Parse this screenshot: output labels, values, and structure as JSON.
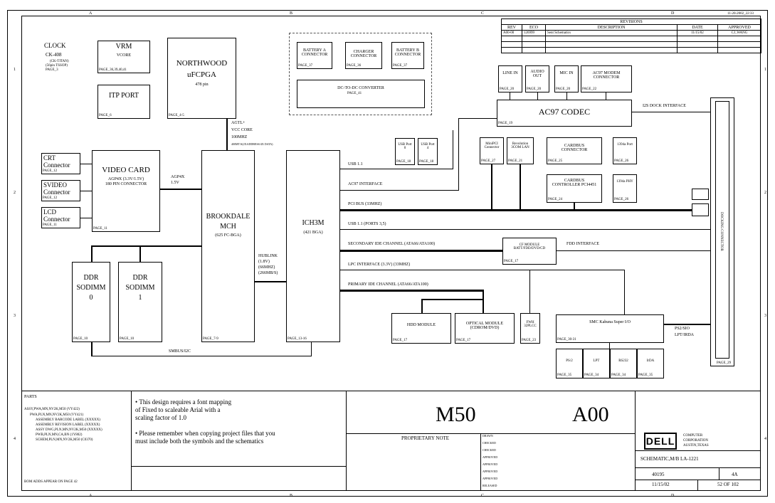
{
  "header": {
    "date_time": "11-20-2002_22:33",
    "col_a": "A",
    "col_b": "B",
    "col_c": "C",
    "col_d": "D",
    "row_1": "1",
    "row_2": "2",
    "row_3": "3",
    "row_4": "4"
  },
  "revisions": {
    "title": "REVISIONS",
    "headers": [
      "REV",
      "ECO",
      "DESCRIPTION",
      "DATE",
      "APPROVED"
    ],
    "row": [
      "A00-00",
      "126999",
      "Sent Schematics",
      "11/15/02",
      "CJ_WANG"
    ]
  },
  "blocks": {
    "clock": {
      "title": "CLOCK",
      "sub1": "CK-408",
      "sub2": "(CK-TITAN)",
      "sub3": "(56pin TSSOP)",
      "page": "PAGE_3"
    },
    "vrm": {
      "title": "VRM",
      "sub": "VCORE",
      "page": "PAGE_36,39,40,41"
    },
    "itp": {
      "title": "ITP PORT",
      "page": "PAGE_6"
    },
    "northwood": {
      "title1": "NORTHWOOD",
      "title2": "uFCPGA",
      "sub": "478 pin",
      "page": "PAGE_4-5"
    },
    "battery_a": {
      "title": "BATTERY A CONNECTOR",
      "page": "PAGE_37"
    },
    "charger": {
      "title": "CHARGER CONNECTOR",
      "page": "PAGE_36"
    },
    "battery_b": {
      "title": "BATTERY B CONNECTOR",
      "page": "PAGE_37"
    },
    "dcdc": {
      "title": "DC-TO-DC CONVERTER",
      "page": "PAGE_41"
    },
    "line_in": {
      "title": "LINE IN",
      "page": "PAGE_20"
    },
    "audio_out": {
      "title": "AUDIO OUT",
      "page": "PAGE_20"
    },
    "mic_in": {
      "title": "MIC IN",
      "page": "PAGE_20"
    },
    "ac97_modem": {
      "title": "AC97 MODEM CONNECTOR",
      "page": "PAGE_22"
    },
    "ac97_codec": {
      "title": "AC97 CODEC",
      "page": "PAGE_19"
    },
    "crt": {
      "title1": "CRT",
      "title2": "Connector",
      "page": "PAGE_12"
    },
    "svideo": {
      "title1": "SVIDEO",
      "title2": "Connector",
      "page": "PAGE_12"
    },
    "lcd": {
      "title1": "LCD",
      "title2": "Connector",
      "page": "PAGE_11"
    },
    "video_card": {
      "title": "VIDEO CARD",
      "sub1": "AGP4X (3.3V/1.5V)",
      "sub2": "180 PIN CONNECTOR",
      "page": "PAGE_11"
    },
    "brookdale": {
      "title1": "BROOKDALE",
      "title2": "MCH",
      "sub": "(625 FC-BGA)",
      "page": "PAGE_7-9"
    },
    "ich3m": {
      "title": "ICH3M",
      "sub": "(421 BGA)",
      "page": "PAGE_13-16"
    },
    "usb0": {
      "title": "USB Port 0",
      "page": "PAGE_18"
    },
    "usb4": {
      "title": "USB Port 4",
      "page": "PAGE_18"
    },
    "minipci": {
      "title": "MiniPCI Connector",
      "page": "PAGE_27"
    },
    "lan": {
      "title": "Revolution 3COM LAN",
      "page": "PAGE_21"
    },
    "cardbus_conn": {
      "title": "CARDBUS CONNECTOR",
      "page": "PAGE_25"
    },
    "ieee1394_port": {
      "title": "1394a Port",
      "page": "PAGE_26"
    },
    "cardbus_ctrl": {
      "title": "CARDBUS CONTROLLER PCI4451",
      "page": "PAGE_24"
    },
    "ieee1394_phy": {
      "title": "1394a PHY",
      "page": "PAGE_26"
    },
    "ddr0": {
      "title1": "DDR",
      "title2": "SODIMM",
      "title3": "0",
      "page": "PAGE_10"
    },
    "ddr1": {
      "title1": "DDR",
      "title2": "SODIMM",
      "title3": "1",
      "page": "PAGE_10"
    },
    "cf_module": {
      "title": "CF MODULE BATT/FDD/DVD/CD",
      "page": "PAGE_17"
    },
    "hdd": {
      "title": "HDD MODULE",
      "page": "PAGE_17"
    },
    "optical": {
      "title": "OPTICAL MODULE (CDROM/DVD)",
      "page": "PAGE_17"
    },
    "fwh": {
      "title": "FWH 32PLCC",
      "page": "PAGE_23"
    },
    "smc": {
      "title": "SMC Kahuna Super I/O",
      "page": "PAGE_30-31"
    },
    "ps2": {
      "title": "PS/2",
      "page": "PAGE_35"
    },
    "lpt": {
      "title": "LPT",
      "page": "PAGE_34"
    },
    "rs232": {
      "title": "RS232",
      "page": "PAGE_34"
    },
    "irda": {
      "title": "IrDA",
      "page": "PAGE_35"
    },
    "docking": {
      "title": "DOCKING CONNECTOR",
      "page": "PAGE_29"
    }
  },
  "signals": {
    "agtl": "AGTL+",
    "vcc_core": "VCC CORE",
    "mhz100": "100MHZ",
    "mts400": "400MT/S(2XADDRESS/4X DATA)",
    "agp4x": "AGP4X",
    "v15": "1.5V",
    "hublink": "HUBLINK",
    "hl_v": "(1.8V)",
    "hl_mhz": "(66MHZ)",
    "hl_mbs": "(266MB/S)",
    "usb11": "USB 1.1",
    "ac97_if": "AC97 INTERFACE",
    "pci_bus": "PCI BUS   (33MHZ)",
    "usb11_35": "USB 1.1   (PORTS 3,5)",
    "sec_ide": "SECONDARY IDE CHANNEL   (ATA66/ATA100)",
    "fdd_if": "FDD INTERFACE",
    "lpc_if": "LPC INTERFACE  (3.3V)   (33MHZ)",
    "pri_ide": "PRIMARY IDE CHANNEL   (ATA66/ATA100)",
    "i2s": "I2S DOCK INTERFACE",
    "smbus": "SMBUS/I2C",
    "ps2sio": "PS2/SIO",
    "lptirda": "LPT/IRDA"
  },
  "footer": {
    "parts_title": "PARTS",
    "parts_lines": [
      "ASSY,PWA,MN,NV2K,M50 (VY422)",
      "PWA,PLN,MN,NV2K,M50 (VY421)",
      "ASSEMBLY BARCODE LABEL  (XXXXX)",
      "ASSEMBLY REVISION LABEL  (XXXXX)",
      "ASSY DWG,PLN,MN,NV2K,M50 (XXXXX)",
      "PWB,PLN,MN,CA,BN (1Y802)",
      "SCHEM,PLN,MN,NV2K,M50 (C0370)"
    ],
    "bom_note": "BOM ADDS APPEAR ON PAGE 42",
    "note1": "This design requires a font mapping of Fixed to scaleable Arial with a scaling factor of 1.0",
    "note2": "Please remember when copying project files that you must include both the symbols and the schematics",
    "model": "M50",
    "rev": "A00",
    "proprietary": "PROPRIETARY NOTE",
    "company1": "COMPUTER",
    "company2": "CORPORATION",
    "company3": "AUSTIN,TEXAS",
    "logo": "DELL",
    "schematic": "SCHEMATIC,M/B LA-1221",
    "dwg_no": "40195",
    "rev_val": "4A",
    "date": "11/15/02",
    "sheet": "52 OF 102",
    "sign_rows": [
      "DRAWN",
      "CHECKED",
      "CHECKED",
      "APPROVED",
      "APPROVED",
      "APPROVED",
      "APPROVED",
      "RELEASED"
    ]
  }
}
